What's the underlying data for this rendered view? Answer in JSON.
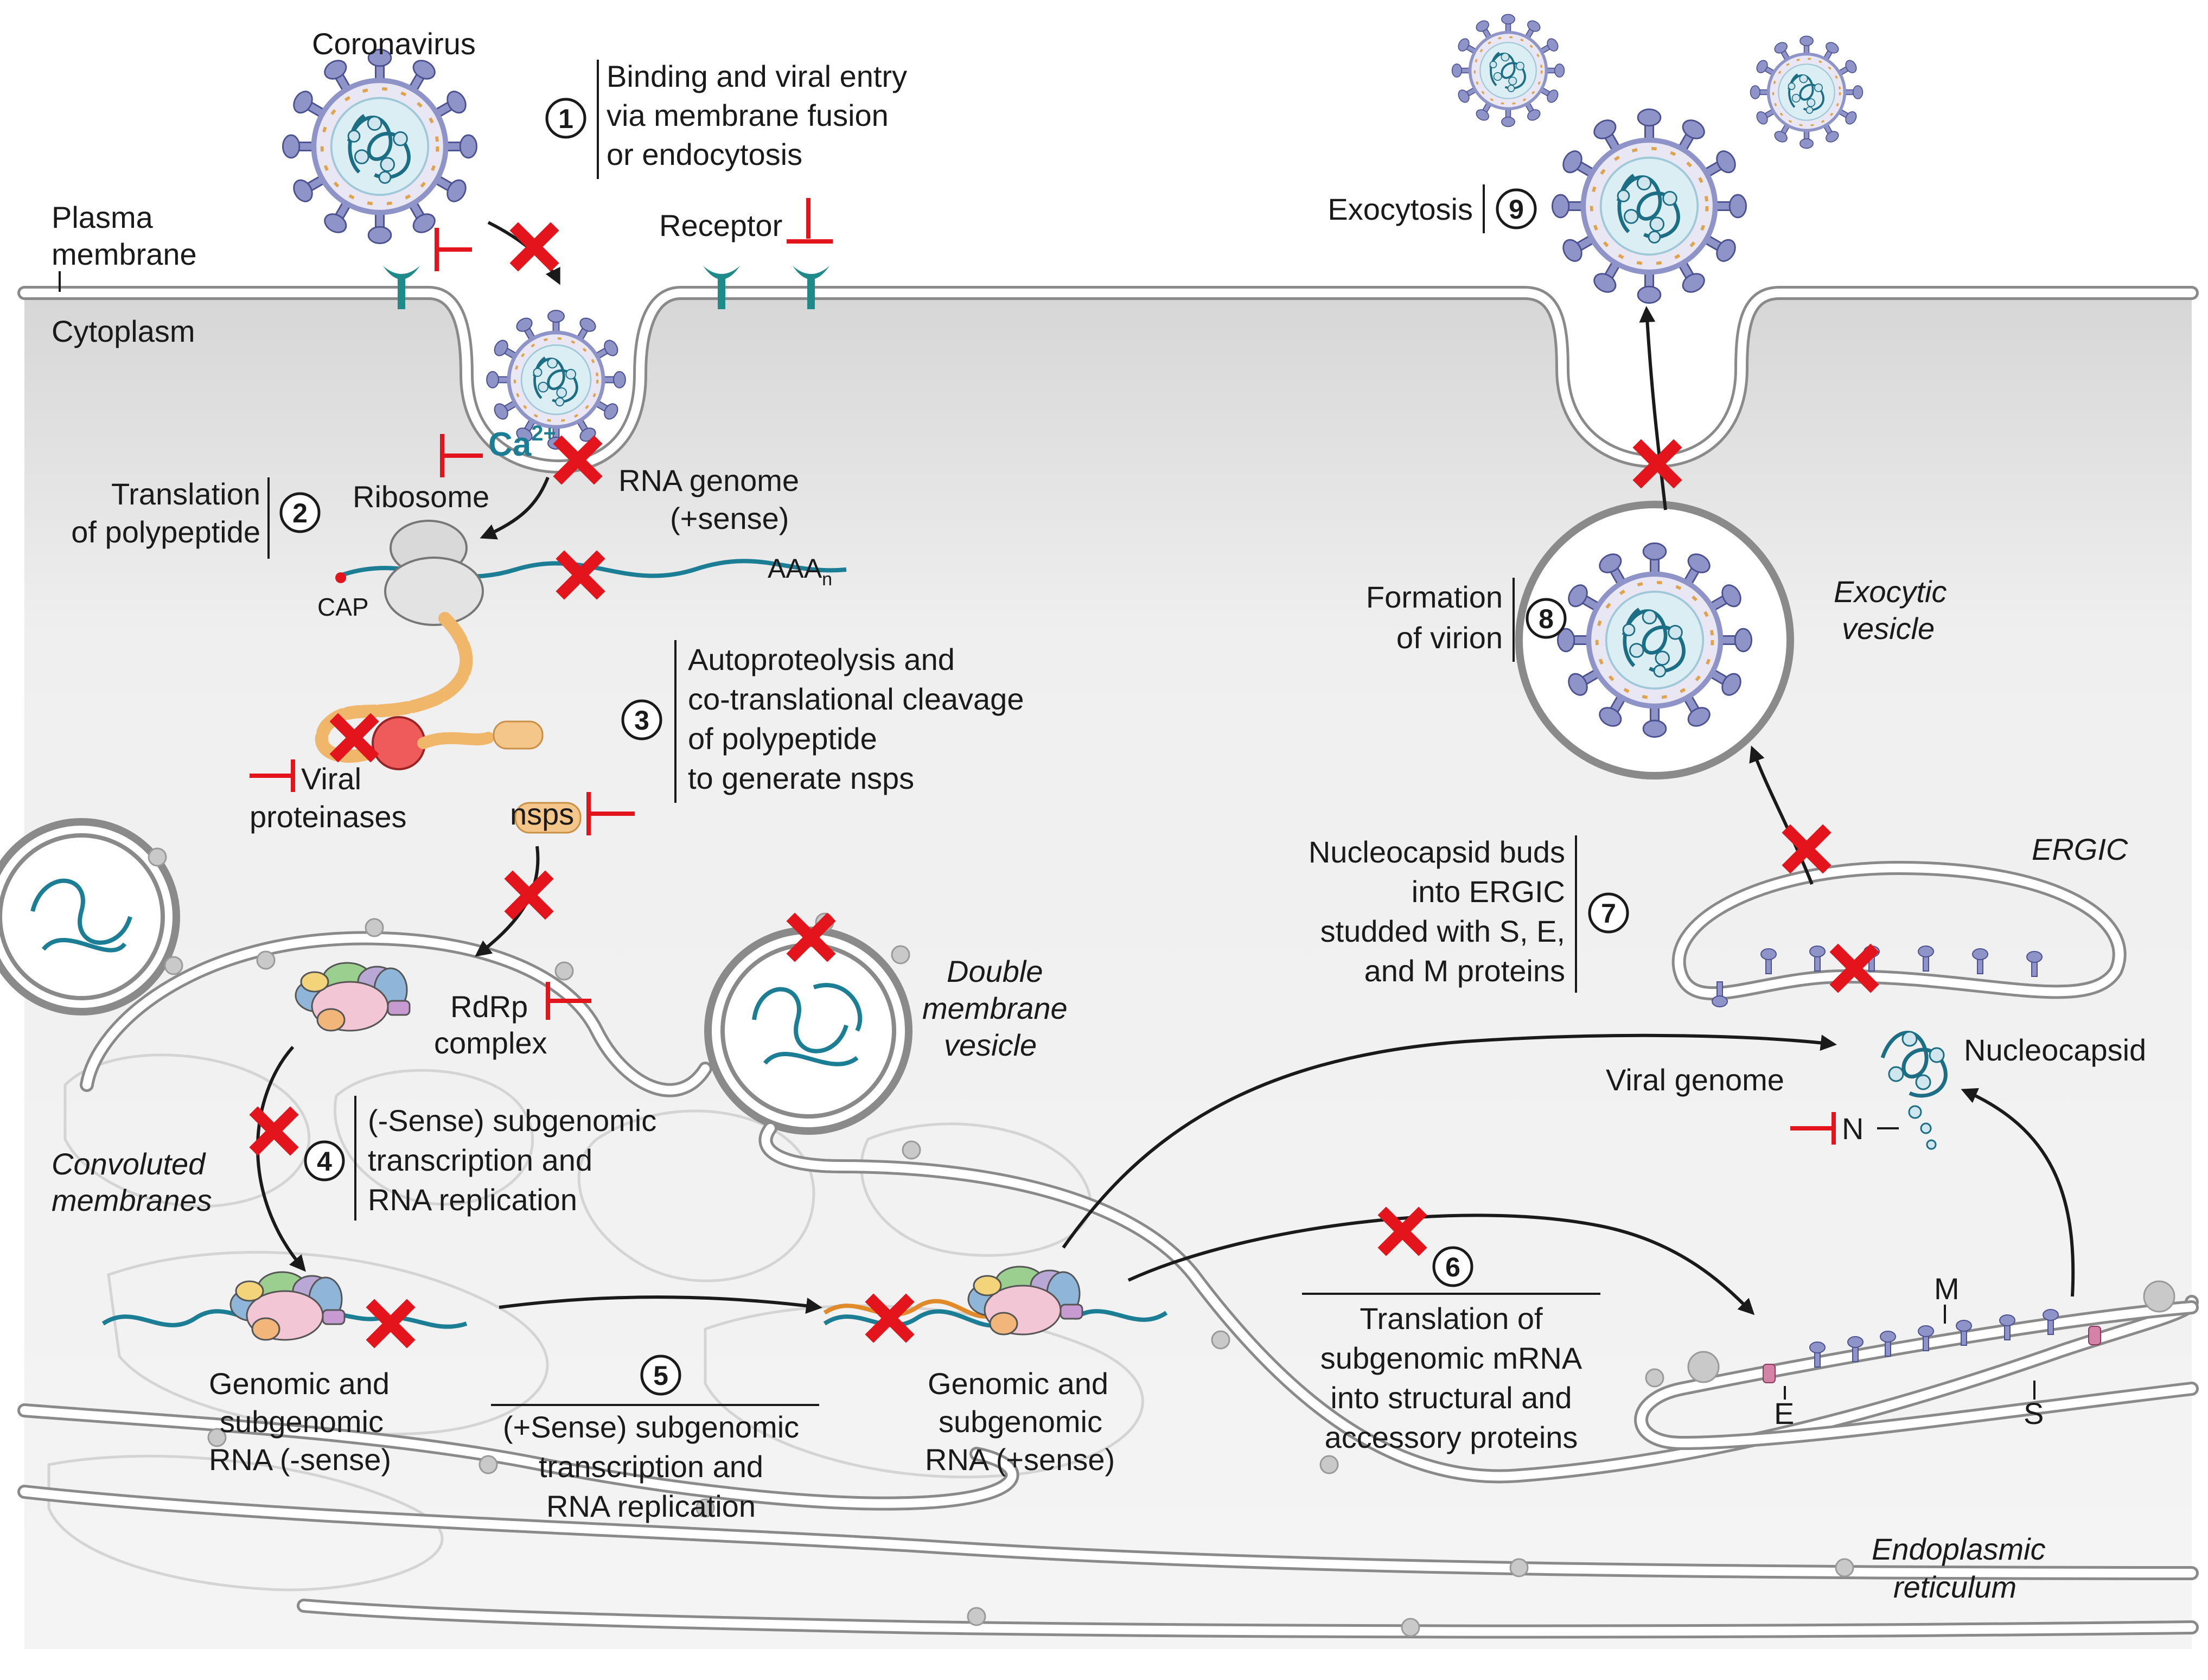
{
  "colors": {
    "inhibit_red": "#e3141b",
    "rna_teal": "#1c7e95",
    "spike_purple": "#8e94c8",
    "membrane_gray": "#8a8a8a",
    "cytoplasm_shade": "#e9e9e9"
  },
  "labels": {
    "coronavirus": "Coronavirus",
    "plasma_membrane_1": "Plasma",
    "plasma_membrane_2": "membrane",
    "cytoplasm": "Cytoplasm",
    "receptor": "Receptor",
    "calcium": "Ca",
    "calcium_sup": "2+",
    "ribosome": "Ribosome",
    "rna_genome_1": "RNA genome",
    "rna_genome_2": "(+sense)",
    "aaa": "AAA",
    "aaa_sub": "n",
    "cap": "CAP",
    "viral_proteinases_1": "Viral",
    "viral_proteinases_2": "proteinases",
    "nsps": "nsps",
    "rdrp_1": "RdRp",
    "rdrp_2": "complex",
    "double_membrane_1": "Double",
    "double_membrane_2": "membrane",
    "double_membrane_3": "vesicle",
    "convoluted_1": "Convoluted",
    "convoluted_2": "membranes",
    "neg_rna_1": "Genomic and",
    "neg_rna_2": "subgenomic",
    "neg_rna_3": "RNA (-sense)",
    "pos_rna_1": "Genomic and",
    "pos_rna_2": "subgenomic",
    "pos_rna_3": "RNA (+sense)",
    "viral_genome": "Viral genome",
    "nucleocapsid": "Nucleocapsid",
    "n_protein": "N",
    "ergic": "ERGIC",
    "exocytic_1": "Exocytic",
    "exocytic_2": "vesicle",
    "er_1": "Endoplasmic",
    "er_2": "reticulum",
    "prot_m": "M",
    "prot_e": "E",
    "prot_s": "S"
  },
  "steps": [
    {
      "num": "1",
      "lines": [
        "Binding and viral entry",
        "via membrane fusion",
        "or endocytosis"
      ]
    },
    {
      "num": "2",
      "lines": [
        "Translation",
        "of polypeptide"
      ]
    },
    {
      "num": "3",
      "lines": [
        "Autoproteolysis and",
        "co-translational cleavage",
        "of polypeptide",
        "to generate nsps"
      ]
    },
    {
      "num": "4",
      "lines": [
        "(-Sense) subgenomic",
        "transcription and",
        "RNA replication"
      ]
    },
    {
      "num": "5",
      "lines": [
        "(+Sense) subgenomic",
        "transcription and",
        "RNA replication"
      ]
    },
    {
      "num": "6",
      "lines": [
        "Translation of",
        "subgenomic mRNA",
        "into structural and",
        "accessory proteins"
      ]
    },
    {
      "num": "7",
      "lines": [
        "Nucleocapsid buds",
        "into ERGIC",
        "studded with S, E,",
        "and M proteins"
      ]
    },
    {
      "num": "8",
      "lines": [
        "Formation",
        "of virion"
      ]
    },
    {
      "num": "9",
      "lines": [
        "Exocytosis"
      ]
    }
  ]
}
